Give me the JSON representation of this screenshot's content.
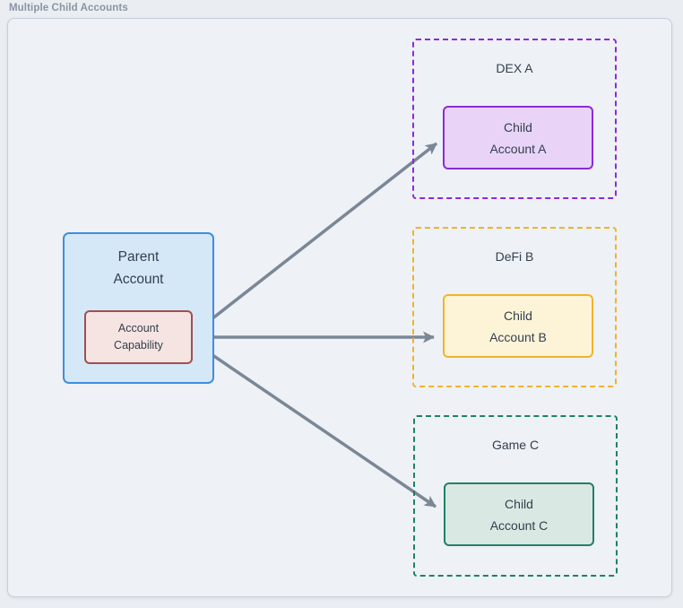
{
  "page": {
    "title": "Multiple Child Accounts"
  },
  "parent": {
    "label": "Parent\nAccount",
    "capability_label": "Account\nCapability"
  },
  "groups": [
    {
      "name": "DEX A",
      "child_label": "Child\nAccount A",
      "accent": "#8c2bd9",
      "fill": "#e9d4f8"
    },
    {
      "name": "DeFi B",
      "child_label": "Child\nAccount B",
      "accent": "#f0b429",
      "fill": "#fdf4d8"
    },
    {
      "name": "Game C",
      "child_label": "Child\nAccount C",
      "accent": "#21806a",
      "fill": "#d9e8e2"
    }
  ],
  "edges": [
    {
      "from": "Account Capability",
      "to": "Child Account A"
    },
    {
      "from": "Account Capability",
      "to": "Child Account B"
    },
    {
      "from": "Account Capability",
      "to": "Child Account C"
    }
  ],
  "colors": {
    "page_background": "#eaeef2",
    "frame_background": "#eef1f5",
    "frame_border": "#c5ced9",
    "title_text": "#8a94a2",
    "node_text": "#33404e",
    "parent_fill": "#d5e8f8",
    "parent_border": "#3e8ee0",
    "capability_fill": "#f6e4e2",
    "capability_border": "#9e5050",
    "arrow": "#7b8796"
  }
}
